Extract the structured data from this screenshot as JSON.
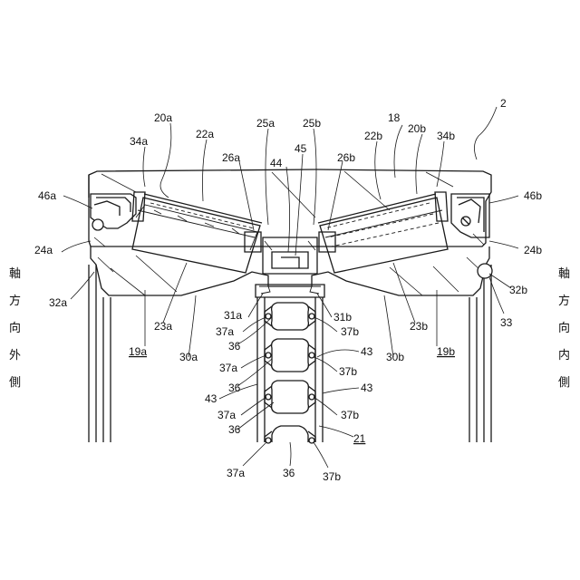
{
  "labels": {
    "n2": "2",
    "n18": "18",
    "n20a": "20a",
    "n20b": "20b",
    "n22a": "22a",
    "n22b": "22b",
    "n34a": "34a",
    "n34b": "34b",
    "n25a": "25a",
    "n25b": "25b",
    "n26a": "26a",
    "n26b": "26b",
    "n44": "44",
    "n45": "45",
    "n46a": "46a",
    "n46b": "46b",
    "n24a": "24a",
    "n24b": "24b",
    "n32a": "32a",
    "n32b": "32b",
    "n33": "33",
    "n23a": "23a",
    "n23b": "23b",
    "n30a": "30a",
    "n30b": "30b",
    "n19a": "19a",
    "n19b": "19b",
    "n21": "21",
    "n31a": "31a",
    "n31b": "31b",
    "n36_1": "36",
    "n36_2": "36",
    "n36_3": "36",
    "n36_4": "36",
    "n37a_1": "37a",
    "n37a_2": "37a",
    "n37a_3": "37a",
    "n37a_4": "37a",
    "n37b_1": "37b",
    "n37b_2": "37b",
    "n37b_3": "37b",
    "n37b_4": "37b",
    "n43_1": "43",
    "n43_2": "43",
    "n43_3": "43"
  },
  "side_left": [
    "軸",
    "方",
    "向",
    "外",
    "側"
  ],
  "side_right": [
    "軸",
    "方",
    "向",
    "内",
    "側"
  ]
}
